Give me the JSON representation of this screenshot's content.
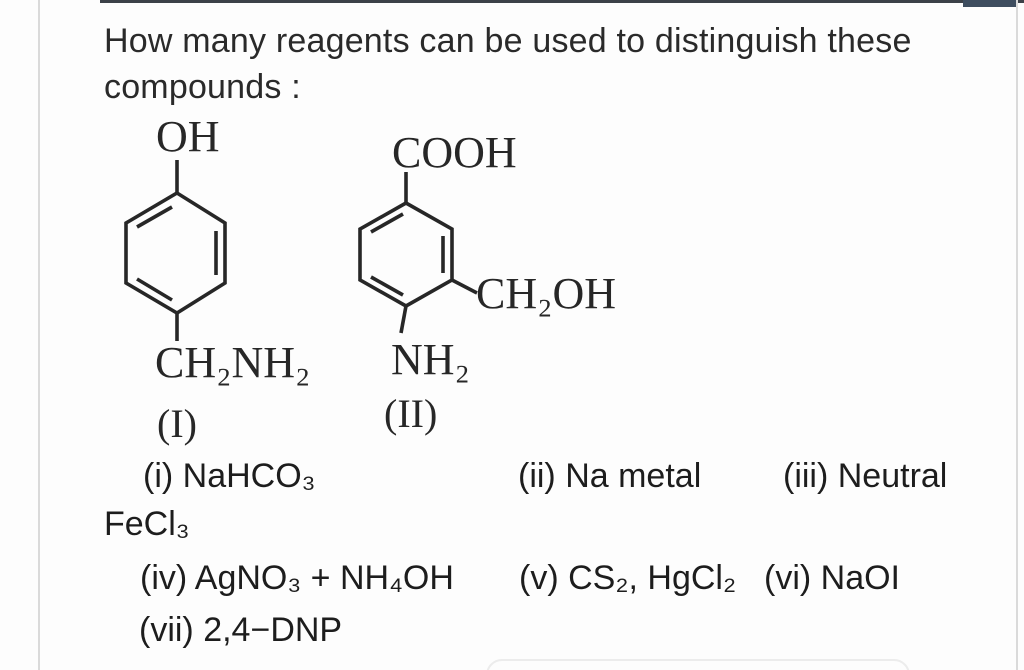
{
  "question": {
    "line1": "How many reagents can be used to distinguish these",
    "line2": "compounds :"
  },
  "compounds": {
    "I": {
      "substituent_top": "OH",
      "substituent_bottom": "CH₂NH₂",
      "label": "(I)"
    },
    "II": {
      "substituent_top": "COOH",
      "substituent_right": "CH₂OH",
      "substituent_bottom": "NH₂",
      "label": "(II)"
    }
  },
  "reagents": {
    "row1": [
      "(i) NaHCO₃",
      "(ii) Na metal",
      "(iii) Neutral"
    ],
    "row2": [
      "FeCl₃"
    ],
    "row3": [
      "(iv) AgNO₃ + NH₄OH",
      "(v) CS₂, HgCl₂",
      "(vi) NaOI"
    ],
    "row4": [
      "(vii) 2,4−DNP"
    ]
  },
  "colors": {
    "accent_bar": "#3e4d5f",
    "top_rule": "#3c4148",
    "side_rule": "#dadada",
    "text": "#2a2a2a"
  }
}
